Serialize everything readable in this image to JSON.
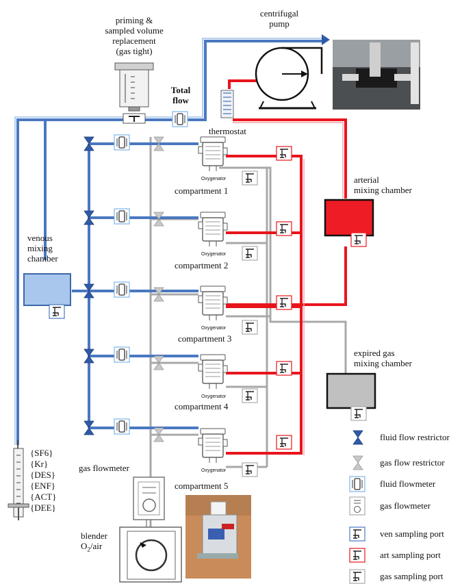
{
  "labels": {
    "centrifugal_pump": [
      "centrifugal",
      "pump"
    ],
    "priming": [
      "priming  &",
      "sampled volume",
      "replacement",
      "(gas tight)"
    ],
    "total_flow": [
      "Total",
      "flow"
    ],
    "thermostat": "thermostat",
    "arterial": [
      "arterial",
      "mixing  chamber"
    ],
    "venous": [
      "venous",
      "mixing",
      "chamber"
    ],
    "expired": [
      "expired gas",
      "mixing  chamber"
    ],
    "gas_flowmeter": "gas flowmeter",
    "blender": [
      "blender",
      "O",
      "2",
      "/air"
    ],
    "oxygenator": "Oxygenator",
    "compartments": [
      "compartment 1",
      "compartment 2",
      "compartment 3",
      "compartment 4",
      "compartment 5"
    ],
    "syringe_agents": [
      "{SF6}",
      "{Kr}",
      "{DES}",
      "{ENF}",
      "{ACT}",
      "{DEE}"
    ]
  },
  "legend": [
    {
      "icon": "fluid-flow-restrictor-icon",
      "label": "fluid flow restrictor"
    },
    {
      "icon": "gas-flow-restrictor-icon",
      "label": "gas flow restrictor"
    },
    {
      "icon": "fluid-flowmeter-icon",
      "label": "fluid flowmeter"
    },
    {
      "icon": "gas-flowmeter-icon",
      "label": "gas flowmeter"
    },
    {
      "icon": "ven-sampling-port-icon",
      "label": "ven sampling port"
    },
    {
      "icon": "art-sampling-port-icon",
      "label": "art sampling port"
    },
    {
      "icon": "gas-sampling-port-icon",
      "label": "gas sampling port"
    }
  ],
  "colors": {
    "venous": "#4a78c0",
    "arterial": "#e8141c",
    "gas": "#a8a8a8",
    "venous_chamber": "#a9c6ec",
    "arterial_chamber": "#ee1c24",
    "expired_chamber": "#c0c0c0"
  }
}
